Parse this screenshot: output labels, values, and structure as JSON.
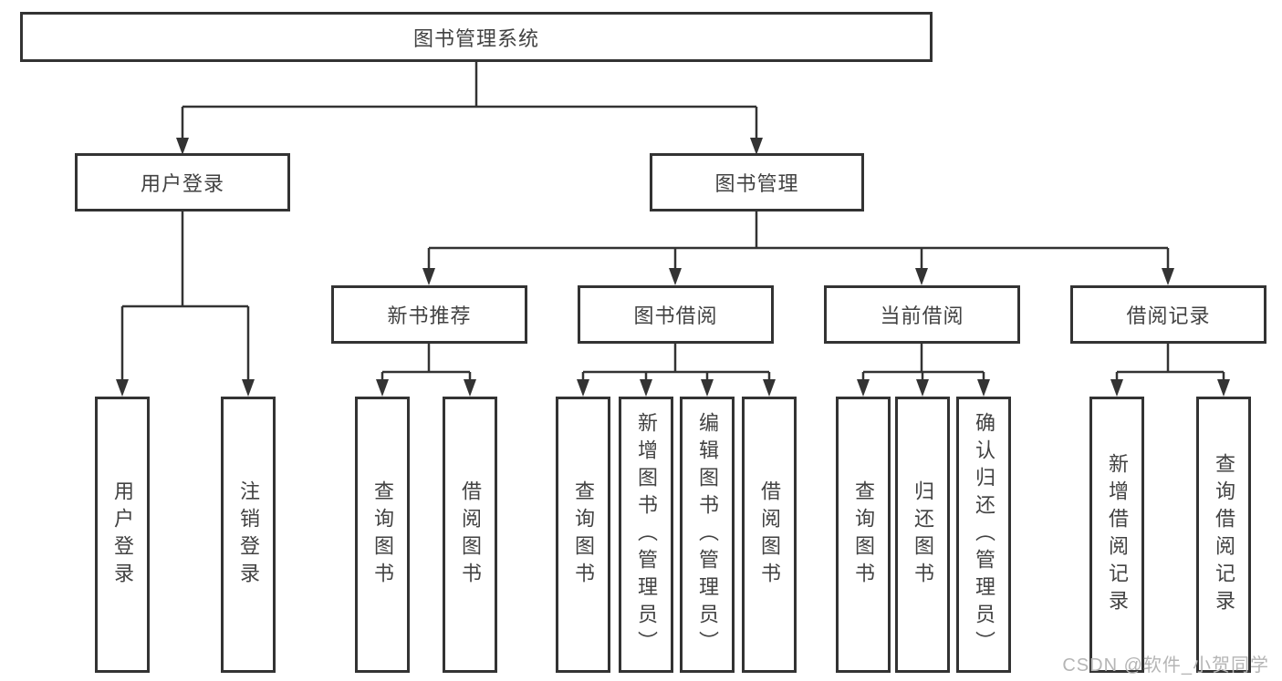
{
  "diagram_title": "图书管理系统",
  "tree": {
    "label": "图书管理系统",
    "children": [
      {
        "label": "用户登录",
        "children": [
          {
            "label": "用户登录"
          },
          {
            "label": "注销登录"
          }
        ]
      },
      {
        "label": "图书管理",
        "children": [
          {
            "label": "新书推荐",
            "children": [
              {
                "label": "查询图书"
              },
              {
                "label": "借阅图书"
              }
            ]
          },
          {
            "label": "图书借阅",
            "children": [
              {
                "label": "查询图书"
              },
              {
                "label": "新增图书（管理员）"
              },
              {
                "label": "编辑图书（管理员）"
              },
              {
                "label": "借阅图书"
              }
            ]
          },
          {
            "label": "当前借阅",
            "children": [
              {
                "label": "查询图书"
              },
              {
                "label": "归还图书"
              },
              {
                "label": "确认归还（管理员）"
              }
            ]
          },
          {
            "label": "借阅记录",
            "children": [
              {
                "label": "新增借阅记录"
              },
              {
                "label": "查询借阅记录"
              }
            ]
          }
        ]
      }
    ]
  },
  "watermark": {
    "text": "CSDN @软件_小贺同学",
    "color": "#b5b5b5"
  },
  "colors": {
    "box_border": "#333333",
    "connector": "#333333",
    "text": "#424242",
    "background": "#ffffff"
  }
}
